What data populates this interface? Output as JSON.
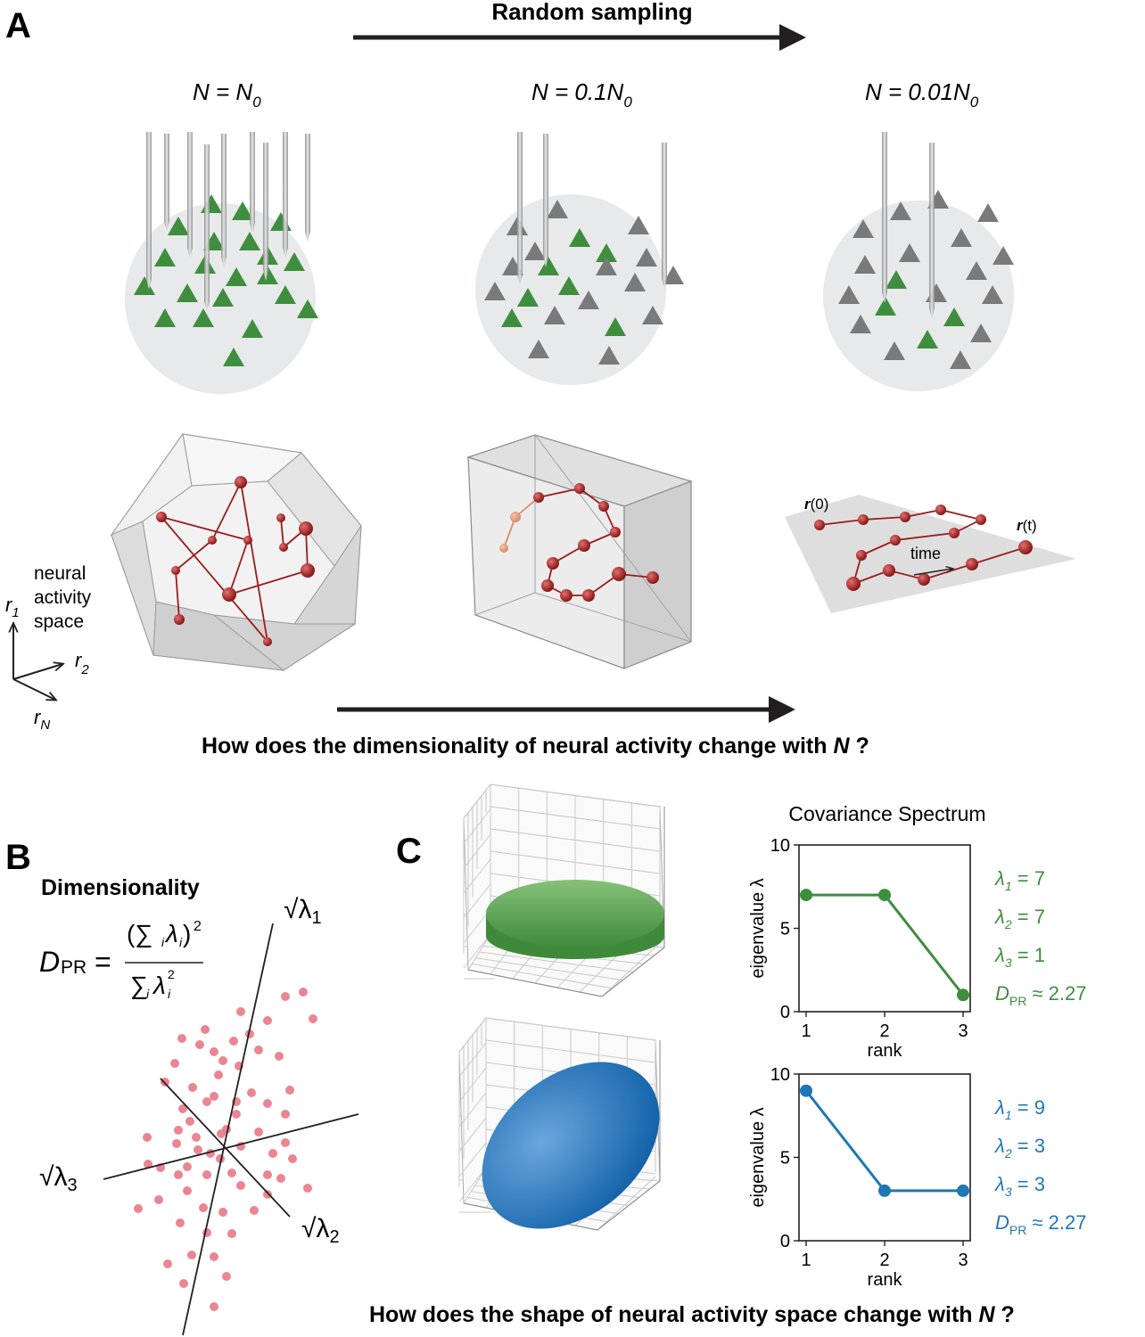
{
  "panel_a": {
    "letter": "A",
    "sampling_label": "Random sampling",
    "conditions": [
      {
        "prefix": "N = ",
        "sub": "0",
        "coef": "",
        "label": "N = N0"
      },
      {
        "prefix": "N = 0.1N",
        "sub": "0",
        "label": "N = 0.1N0"
      },
      {
        "prefix": "N = 0.01N",
        "sub": "0",
        "label": "N = 0.01N0"
      }
    ],
    "base_var": "N",
    "space_label": [
      "neural",
      "activity",
      "space"
    ],
    "axes": {
      "r1": "r",
      "r1_sub": "1",
      "r2": "r",
      "r2_sub": "2",
      "rN": "r",
      "rN_sub": "N"
    },
    "traj_start": "r",
    "traj_start_arg": "(0)",
    "traj_end": "r",
    "traj_end_arg": "(t)",
    "time_label": "time",
    "question": "How does the dimensionality of neural activity change with ",
    "question_var": "N",
    "question_end": " ?"
  },
  "panel_b": {
    "letter": "B",
    "title": "Dimensionality",
    "formula_lhs": "D",
    "formula_lhs_sub": "PR",
    "formula_eq": "=",
    "lambda1": "√λ",
    "lambda1_sub": "1",
    "lambda2": "√λ",
    "lambda2_sub": "2",
    "lambda3": "√λ",
    "lambda3_sub": "3"
  },
  "panel_c": {
    "letter": "C",
    "spectrum_title": "Covariance Spectrum",
    "question": "How does the shape of neural activity space change with ",
    "question_var": "N",
    "question_end": " ?"
  },
  "colors": {
    "green": "#3e8e3e",
    "blue": "#1f77b4",
    "dots": "#e8707f",
    "traj": "#9b1c1c",
    "gray_triangle": "#7a7a7a"
  },
  "chart_data": [
    {
      "type": "line",
      "title": "Covariance Spectrum",
      "xlabel": "rank",
      "ylabel": "eigenvalue λ",
      "x": [
        1,
        2,
        3
      ],
      "series": [
        {
          "values": [
            7,
            7,
            1
          ]
        }
      ],
      "ylim": [
        0,
        10
      ],
      "yticks": [
        0,
        5,
        10
      ],
      "xticks": [
        1,
        2,
        3
      ],
      "color": "#3e8e3e",
      "annotations": [
        {
          "sym": "λ",
          "sub": "1",
          "text": " = 7"
        },
        {
          "sym": "λ",
          "sub": "2",
          "text": " = 7"
        },
        {
          "sym": "λ",
          "sub": "3",
          "text": " = 1"
        },
        {
          "sym": "D",
          "sub": "PR",
          "text": " ≈ 2.27"
        }
      ]
    },
    {
      "type": "line",
      "title": "",
      "xlabel": "rank",
      "ylabel": "eigenvalue λ",
      "x": [
        1,
        2,
        3
      ],
      "series": [
        {
          "values": [
            9,
            3,
            3
          ]
        }
      ],
      "ylim": [
        0,
        10
      ],
      "yticks": [
        0,
        5,
        10
      ],
      "xticks": [
        1,
        2,
        3
      ],
      "color": "#1f77b4",
      "annotations": [
        {
          "sym": "λ",
          "sub": "1",
          "text": " = 9"
        },
        {
          "sym": "λ",
          "sub": "2",
          "text": " = 3"
        },
        {
          "sym": "λ",
          "sub": "3",
          "text": " = 3"
        },
        {
          "sym": "D",
          "sub": "PR",
          "text": " ≈ 2.27"
        }
      ]
    }
  ]
}
